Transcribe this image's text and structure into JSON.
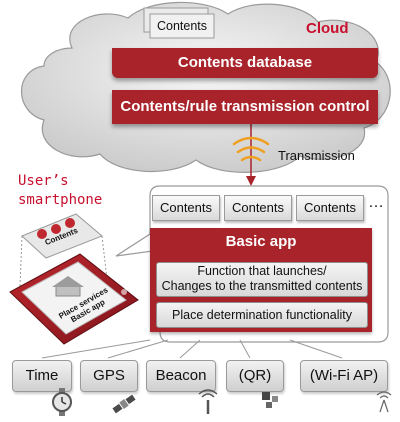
{
  "cloud": {
    "label": "Cloud",
    "contents_card": "Contents",
    "database_label": "Contents database",
    "control_label": "Contents/rule transmission control"
  },
  "transmission": {
    "label": "Transmission"
  },
  "smartphone": {
    "title_line1": "User’s",
    "title_line2": "smartphone",
    "tile_label": "Contents",
    "screen_line1": "Place services",
    "screen_line2": "Basic app"
  },
  "app": {
    "contents_items": [
      "Contents",
      "Contents",
      "Contents"
    ],
    "more_indicator": "…",
    "basic_app_title": "Basic app",
    "function_line1": "Function that launches/",
    "function_line2": "Changes to the transmitted contents",
    "place_label": "Place determination functionality"
  },
  "sensors": [
    {
      "label": "Time",
      "icon": "watch-icon"
    },
    {
      "label": "GPS",
      "icon": "satellite-icon"
    },
    {
      "label": "Beacon",
      "icon": "beacon-icon"
    },
    {
      "label": "(QR)",
      "icon": "qr-code-icon"
    },
    {
      "label": "(Wi-Fi AP)",
      "icon": "wifi-antenna-icon"
    }
  ],
  "colors": {
    "accent": "#a8232a",
    "cloud_label": "#c8102e"
  }
}
